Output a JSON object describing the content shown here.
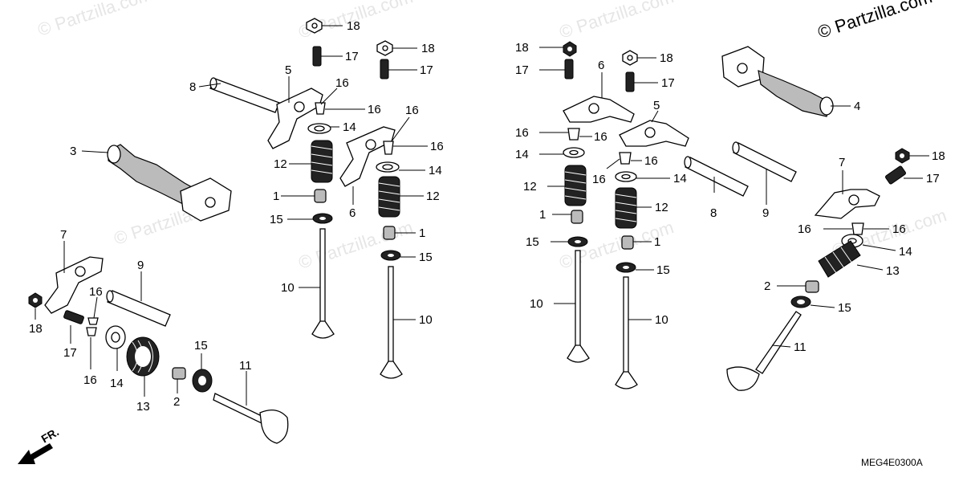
{
  "brand": "© Partzilla.com",
  "watermark": "© Partzilla.com",
  "diagram_code": "MEG4E0300A",
  "front_indicator": "FR.",
  "callouts": {
    "c1": "1",
    "c2": "2",
    "c3": "3",
    "c4": "4",
    "c5": "5",
    "c6": "6",
    "c7": "7",
    "c8": "8",
    "c9": "9",
    "c10": "10",
    "c11": "11",
    "c12": "12",
    "c13": "13",
    "c14": "14",
    "c15": "15",
    "c16": "16",
    "c17": "17",
    "c18": "18"
  }
}
